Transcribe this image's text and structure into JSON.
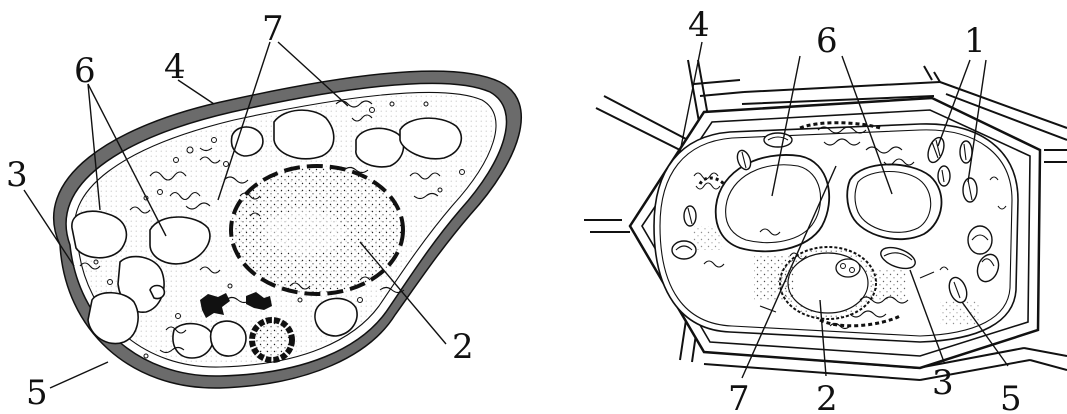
{
  "figures": [
    {
      "id": "left-cell",
      "labels": [
        "6",
        "4",
        "7",
        "3",
        "2",
        "5"
      ]
    },
    {
      "id": "right-cell",
      "labels": [
        "4",
        "6",
        "1",
        "7",
        "2",
        "3",
        "5"
      ]
    }
  ],
  "colors": {
    "ink": "#111111",
    "cell_wall_fill": "#6b6b6b",
    "background": "#ffffff"
  }
}
